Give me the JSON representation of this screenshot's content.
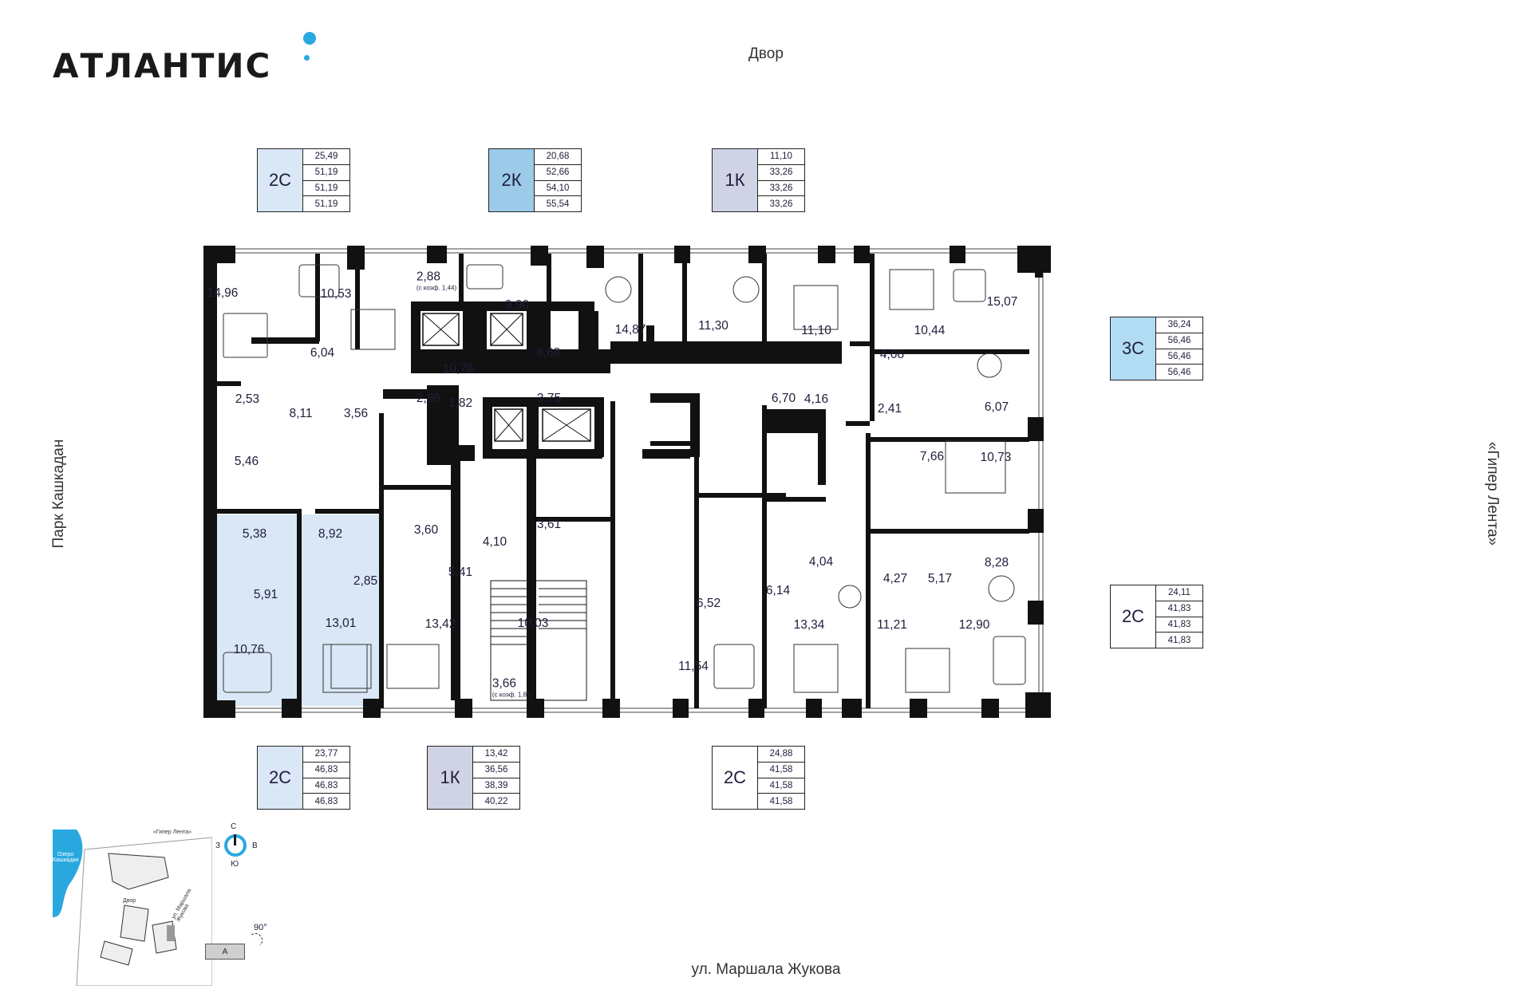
{
  "brand": {
    "name": "АТЛАНТИС"
  },
  "labels": {
    "top": "Двор",
    "bottom": "ул. Маршала Жукова",
    "left": "Парк Кашкадан",
    "right": "«Гипер Лента»"
  },
  "colors": {
    "2C": "#d9e7f6",
    "2K": "#9ccbe9",
    "1K": "#d0d3e4",
    "3C": "#b2dcf4",
    "selected": "#d9e7f6",
    "wall": "#111111",
    "accent": "#29a8e0"
  },
  "legends": [
    {
      "type": "2С",
      "color": "#d9e7f6",
      "values": [
        "25,49",
        "51,19",
        "51,19",
        "51,19"
      ]
    },
    {
      "type": "2К",
      "color": "#9ccbe9",
      "values": [
        "20,68",
        "52,66",
        "54,10",
        "55,54"
      ]
    },
    {
      "type": "1К",
      "color": "#d0d3e4",
      "values": [
        "11,10",
        "33,26",
        "33,26",
        "33,26"
      ]
    },
    {
      "type": "3С",
      "color": "#b2dcf4",
      "values": [
        "36,24",
        "56,46",
        "56,46",
        "56,46"
      ]
    },
    {
      "type": "2С",
      "color": "#ffffff",
      "values": [
        "24,11",
        "41,83",
        "41,83",
        "41,83"
      ]
    },
    {
      "type": "2С",
      "color": "#d9e7f6",
      "values": [
        "23,77",
        "46,83",
        "46,83",
        "46,83"
      ]
    },
    {
      "type": "1К",
      "color": "#d0d3e4",
      "values": [
        "13,42",
        "36,56",
        "38,39",
        "40,22"
      ]
    },
    {
      "type": "2С",
      "color": "#ffffff",
      "values": [
        "24,88",
        "41,58",
        "41,58",
        "41,58"
      ]
    }
  ],
  "rooms": [
    {
      "area": "14,96"
    },
    {
      "area": "10,53"
    },
    {
      "area": "2,88",
      "note": "(с коэф. 1,44)"
    },
    {
      "area": "9,90"
    },
    {
      "area": "14,87"
    },
    {
      "area": "11,30"
    },
    {
      "area": "11,10"
    },
    {
      "area": "10,44"
    },
    {
      "area": "15,07"
    },
    {
      "area": "6,04"
    },
    {
      "area": "10,78"
    },
    {
      "area": "8,68"
    },
    {
      "area": "4,08"
    },
    {
      "area": "2,53"
    },
    {
      "area": "2,86"
    },
    {
      "area": "1,82"
    },
    {
      "area": "3,75"
    },
    {
      "area": "6,70"
    },
    {
      "area": "4,16"
    },
    {
      "area": "2,41"
    },
    {
      "area": "6,07"
    },
    {
      "area": "8,11"
    },
    {
      "area": "3,56"
    },
    {
      "area": "5,46"
    },
    {
      "area": "7,66"
    },
    {
      "area": "10,73"
    },
    {
      "area": "5,38"
    },
    {
      "area": "8,92"
    },
    {
      "area": "3,60"
    },
    {
      "area": "4,10"
    },
    {
      "area": "3,61"
    },
    {
      "area": "4,04"
    },
    {
      "area": "4,27"
    },
    {
      "area": "5,17"
    },
    {
      "area": "8,28"
    },
    {
      "area": "5,41"
    },
    {
      "area": "2,85"
    },
    {
      "area": "5,91"
    },
    {
      "area": "6,52"
    },
    {
      "area": "6,14"
    },
    {
      "area": "13,01"
    },
    {
      "area": "13,42"
    },
    {
      "area": "10,03"
    },
    {
      "area": "13,34"
    },
    {
      "area": "11,21"
    },
    {
      "area": "12,90"
    },
    {
      "area": "10,76"
    },
    {
      "area": "11,54"
    },
    {
      "area": "3,66",
      "note": "(с коэф. 1,83)"
    }
  ],
  "minimap": {
    "lake": "Озеро Кашкадан",
    "giper": "«Гипер Лента»",
    "yard": "Двор",
    "street": "ул. Маршала Жукова",
    "compass": {
      "n": "С",
      "s": "Ю",
      "w": "З",
      "e": "В"
    },
    "rotation": "90°",
    "section": "А"
  }
}
